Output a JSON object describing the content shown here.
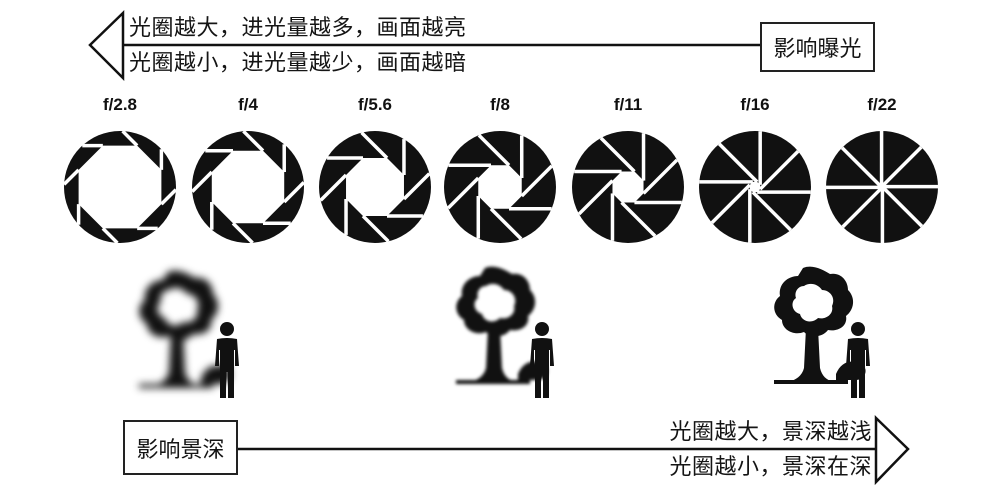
{
  "exposure": {
    "box_label": "影响曝光",
    "line_above": "光圈越大，进光量越多，画面越亮",
    "line_below": "光圈越小，进光量越少，画面越暗",
    "arrow_direction": "left"
  },
  "apertures": [
    {
      "label": "f/2.8",
      "opening": 0.8
    },
    {
      "label": "f/4",
      "opening": 0.7
    },
    {
      "label": "f/5.6",
      "opening": 0.56
    },
    {
      "label": "f/8",
      "opening": 0.42
    },
    {
      "label": "f/11",
      "opening": 0.3
    },
    {
      "label": "f/16",
      "opening": 0.1
    },
    {
      "label": "f/22",
      "opening": 0.02
    }
  ],
  "scenes": [
    {
      "name": "shallow-dof-scene",
      "blur": "strong"
    },
    {
      "name": "medium-dof-scene",
      "blur": "medium"
    },
    {
      "name": "deep-dof-scene",
      "blur": "none"
    }
  ],
  "depth_of_field": {
    "box_label": "影响景深",
    "line_above": "光圈越大，景深越浅",
    "line_below": "光圈越小，景深在深",
    "arrow_direction": "right"
  },
  "colors": {
    "ink": "#111111",
    "background": "#ffffff"
  }
}
